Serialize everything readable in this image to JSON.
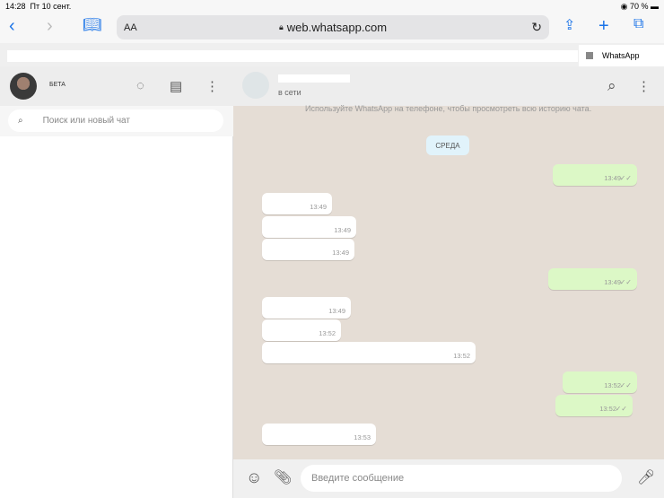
{
  "status_bar": {
    "time": "14:28",
    "date": "Пт 10 сент.",
    "battery": "70 %"
  },
  "browser": {
    "text_size": "AA",
    "url": "web.whatsapp.com",
    "tab_title": "WhatsApp"
  },
  "sidebar": {
    "status_label": "БЕТА",
    "search_placeholder": "Поиск или новый чат"
  },
  "chat": {
    "contact_status": "в сети",
    "info_text": "Используйте WhatsApp на телефоне, чтобы просмотреть всю историю чата.",
    "date_label": "СРЕДА",
    "messages": [
      {
        "dir": "out",
        "time": "13:49"
      },
      {
        "dir": "in",
        "time": "13:49"
      },
      {
        "dir": "in",
        "time": "13:49"
      },
      {
        "dir": "in",
        "time": "13:49"
      },
      {
        "dir": "out",
        "time": "13:49"
      },
      {
        "dir": "in",
        "time": "13:49"
      },
      {
        "dir": "in",
        "time": "13:52"
      },
      {
        "dir": "in",
        "time": "13:52"
      },
      {
        "dir": "out",
        "time": "13:52"
      },
      {
        "dir": "out",
        "time": "13:52"
      },
      {
        "dir": "in",
        "time": "13:53"
      }
    ],
    "input_placeholder": "Введите сообщение"
  },
  "colors": {
    "accent": "#1a73e8",
    "chat_bg": "#e5ddd5",
    "outgoing": "#dcf8c6",
    "date_badge": "#e1f3fb"
  }
}
